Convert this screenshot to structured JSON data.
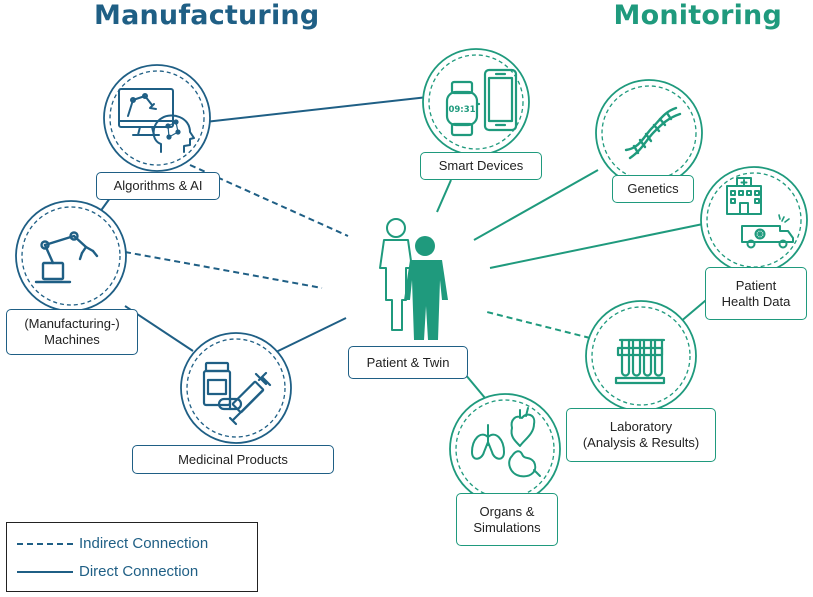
{
  "headings": {
    "left": "Manufacturing",
    "right": "Monitoring"
  },
  "colors": {
    "manufacturing": "#1f5f85",
    "monitoring": "#1f9a7d"
  },
  "nodes": {
    "algorithms": {
      "label": "Algorithms & AI",
      "icon": "monitor-robot-arm-ai-head-icon"
    },
    "machines": {
      "label_line1": "(Manufacturing-)",
      "label_line2": "Machines",
      "icon": "robot-arm-icon"
    },
    "medicinal": {
      "label": "Medicinal Products",
      "icon": "pill-bottle-syringe-icon"
    },
    "smart_devices": {
      "label": "Smart Devices",
      "icon": "smartwatch-smartphone-icon",
      "watch_time": "09:31"
    },
    "patient": {
      "label": "Patient & Twin",
      "icon": "patient-twin-figures-icon"
    },
    "genetics": {
      "label": "Genetics",
      "icon": "dna-helix-icon"
    },
    "health_data": {
      "label_line1": "Patient",
      "label_line2": "Health Data",
      "icon": "hospital-ambulance-icon"
    },
    "laboratory": {
      "label_line1": "Laboratory",
      "label_line2": "(Analysis & Results)",
      "icon": "test-tubes-icon"
    },
    "organs": {
      "label_line1": "Organs &",
      "label_line2": "Simulations",
      "icon": "lungs-heart-stomach-icon"
    }
  },
  "legend": {
    "indirect": "Indirect Connection",
    "direct": "Direct Connection"
  }
}
